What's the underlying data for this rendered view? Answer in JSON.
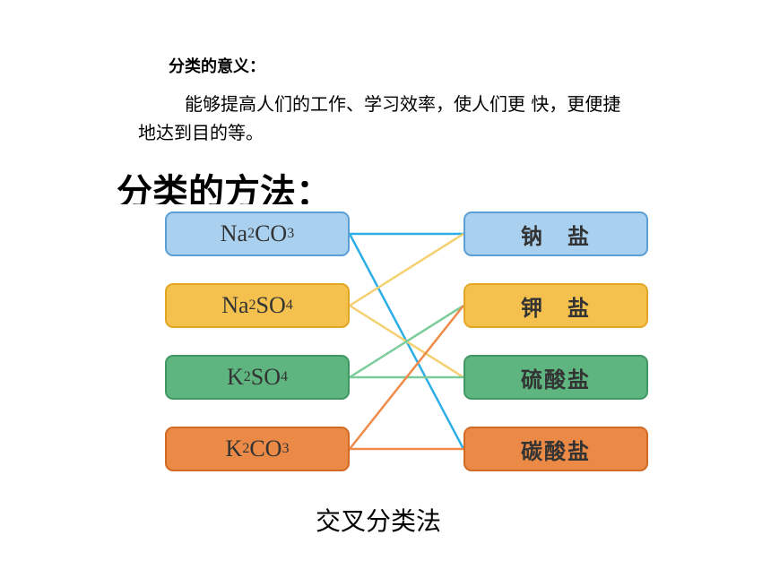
{
  "heading": "分类的意义：",
  "paragraph": {
    "line1": "能够提高人们的工作、学习效率，使人们更 快，更便捷",
    "line2": "地达到目的等。"
  },
  "method_title": "分类的方法：",
  "compounds": [
    {
      "parts": [
        "Na",
        "2",
        "CO",
        "3"
      ],
      "color": "blue"
    },
    {
      "parts": [
        "Na",
        "2",
        "SO",
        "4"
      ],
      "color": "yellow"
    },
    {
      "parts": [
        "K",
        "2",
        "SO",
        "4"
      ],
      "color": "green"
    },
    {
      "parts": [
        "K",
        "2",
        "CO",
        "3"
      ],
      "color": "orange"
    }
  ],
  "categories": [
    {
      "label": "钠　盐",
      "color": "blue"
    },
    {
      "label": "钾　盐",
      "color": "yellow"
    },
    {
      "label": "硫酸盐",
      "color": "green"
    },
    {
      "label": "碳酸盐",
      "color": "orange"
    }
  ],
  "links": [
    {
      "from": 0,
      "to": 0,
      "color": "#2eaee6"
    },
    {
      "from": 0,
      "to": 3,
      "color": "#2eaee6"
    },
    {
      "from": 1,
      "to": 0,
      "color": "#f5d070"
    },
    {
      "from": 1,
      "to": 2,
      "color": "#f5d070"
    },
    {
      "from": 2,
      "to": 1,
      "color": "#7ccc9b"
    },
    {
      "from": 2,
      "to": 2,
      "color": "#7ccc9b"
    },
    {
      "from": 3,
      "to": 1,
      "color": "#ef8a48"
    },
    {
      "from": 3,
      "to": 3,
      "color": "#ef8a48"
    }
  ],
  "caption": "交叉分类法"
}
